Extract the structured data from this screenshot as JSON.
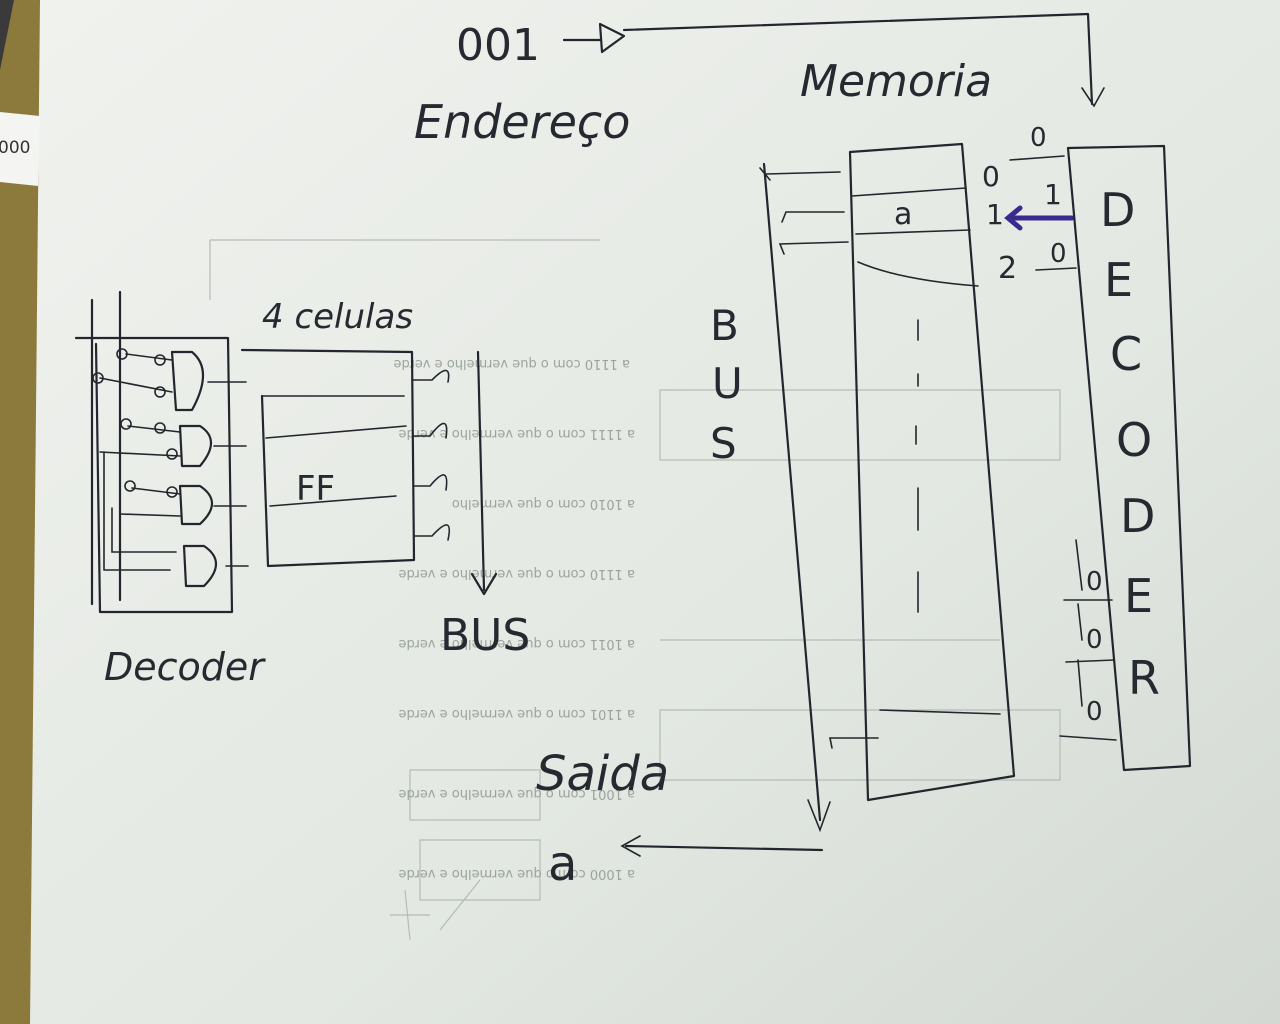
{
  "sticky_label": "000",
  "left_diagram": {
    "title": "4 celulas",
    "flipflop_label": "FF",
    "decoder_label": "Decoder",
    "bus_label": "BUS"
  },
  "right_diagram": {
    "address_value": "001",
    "address_label": "Endereço",
    "memory_label": "Memoria",
    "memory_cell_value": "a",
    "row_indices": [
      "0",
      "1",
      "2"
    ],
    "select_bits": [
      "0",
      "1",
      "0"
    ],
    "lower_bits": [
      "0",
      "0",
      "0"
    ],
    "bus_letters": [
      "B",
      "U",
      "S"
    ],
    "decoder_letters": [
      "D",
      "E",
      "C",
      "O",
      "D",
      "E",
      "R"
    ],
    "output_label": "Saida",
    "output_value": "a"
  },
  "colors": {
    "paper": "#e6ebe5",
    "ink": "#23272d",
    "highlight": "#3a2a8f",
    "desk": "#8c7a3c"
  }
}
